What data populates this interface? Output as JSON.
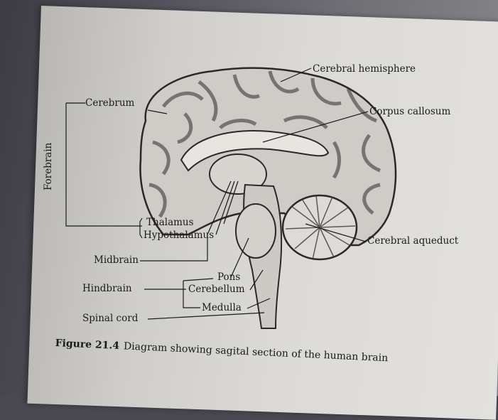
{
  "diagram": {
    "labels": {
      "cerebral_hemisphere": "Cerebral hemisphere",
      "cerebrum": "Cerebrum",
      "corpus_callosum": "Corpus callosum",
      "forebrain": "Forebrain",
      "thalamus": "Thalamus",
      "hypothalamus": "Hypothalamus",
      "cerebral_aqueduct": "Cerebral aqueduct",
      "midbrain": "Midbrain",
      "pons": "Pons",
      "hindbrain": "Hindbrain",
      "cerebellum": "Cerebellum",
      "medulla": "Medulla",
      "spinal_cord": "Spinal cord"
    },
    "caption": {
      "number": "Figure 21.4",
      "text": "Diagram showing sagital section of the human brain"
    }
  }
}
